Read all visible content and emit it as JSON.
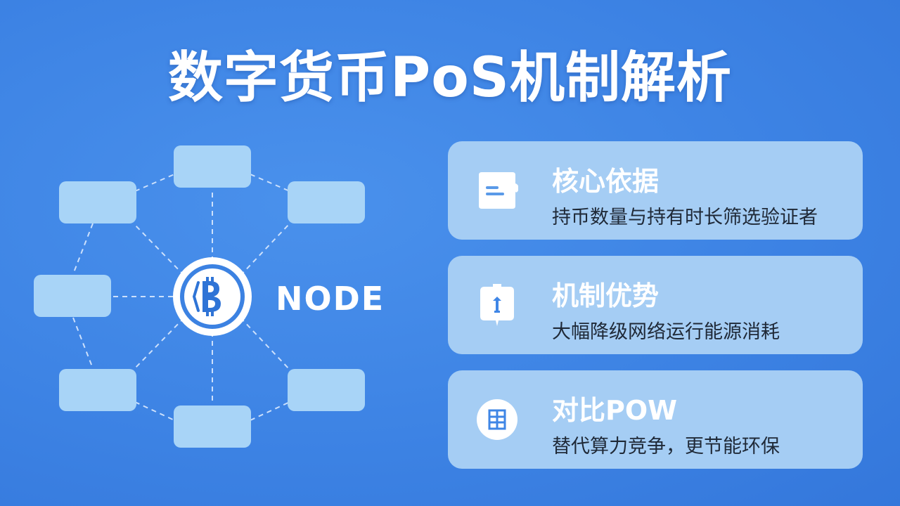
{
  "title": "数字货币PoS机制解析",
  "diagram": {
    "center_label": "NODE",
    "colors": {
      "background": "#3f86e6",
      "node_box": "#a8d4f7",
      "card": "#a5cdf4",
      "center_badge_ring": "#ffffff",
      "center_badge_mark": "#2f74d6"
    }
  },
  "cards": [
    {
      "icon": "document-icon",
      "heading": "核心依据",
      "text": "持币数量与持有时长筛选验证者"
    },
    {
      "icon": "tower-icon",
      "heading": "机制优势",
      "text": "大幅降级网络运行能源消耗"
    },
    {
      "icon": "grid-icon",
      "heading": "对比POW",
      "text": "替代算力竞争，更节能环保"
    }
  ]
}
